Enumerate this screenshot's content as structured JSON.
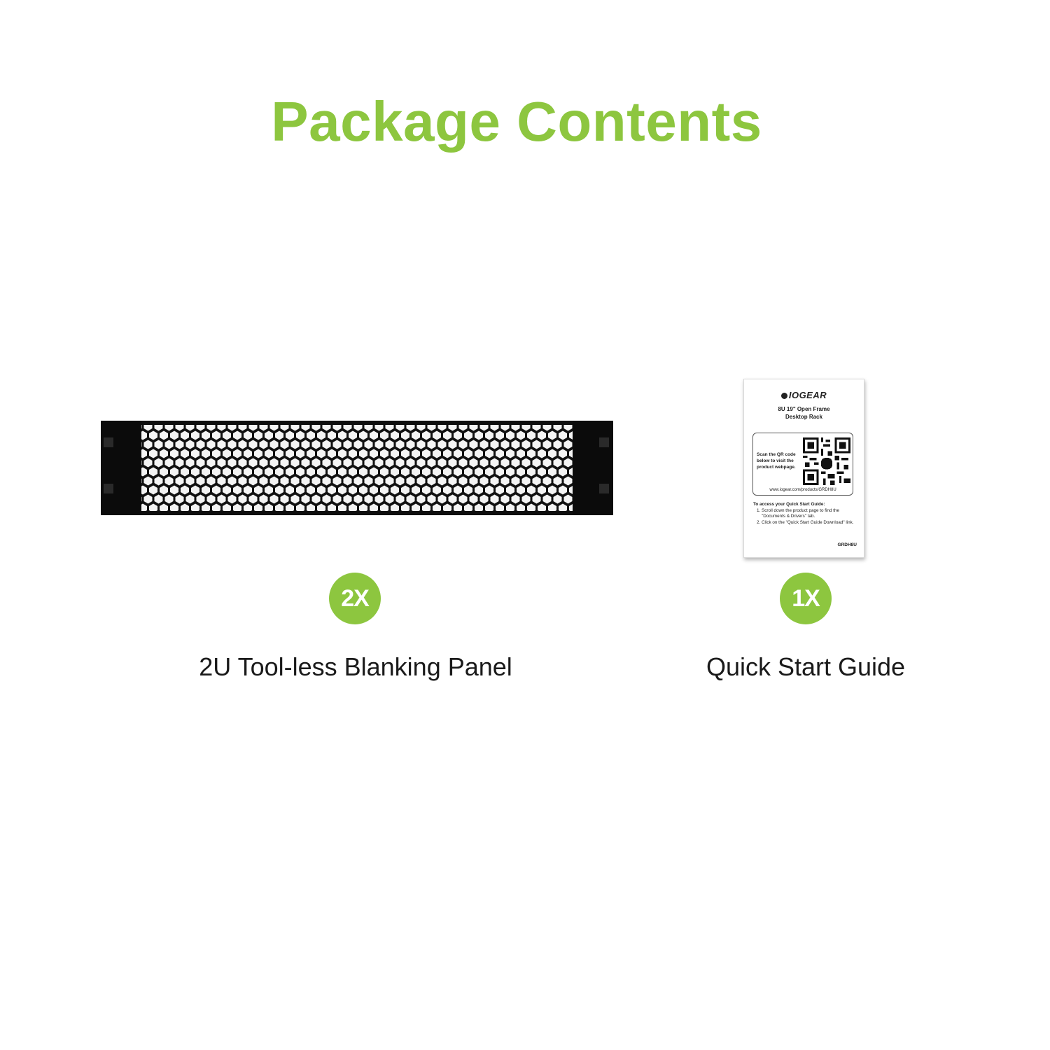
{
  "title": "Package Contents",
  "accent_color": "#8dc63f",
  "items": [
    {
      "quantity": "2X",
      "label": "2U Tool-less Blanking Panel",
      "image_icon": "vented-blanking-panel-icon"
    },
    {
      "quantity": "1X",
      "label": "Quick Start Guide",
      "image_icon": "quick-start-guide-card-icon",
      "card": {
        "brand": "IOGEAR",
        "product_line1": "8U 19\" Open Frame",
        "product_line2": "Desktop Rack",
        "scan_text": "Scan the QR code below to visit the product webpage.",
        "url": "www.iogear.com/products/GRDH8U",
        "instructions_heading": "To access your Quick Start Guide:",
        "steps": [
          "Scroll down the product page to find the \"Documents & Drivers\" tab.",
          "Click on the \"Quick Start Guide Download\" link."
        ],
        "model": "GRDH8U"
      }
    }
  ]
}
